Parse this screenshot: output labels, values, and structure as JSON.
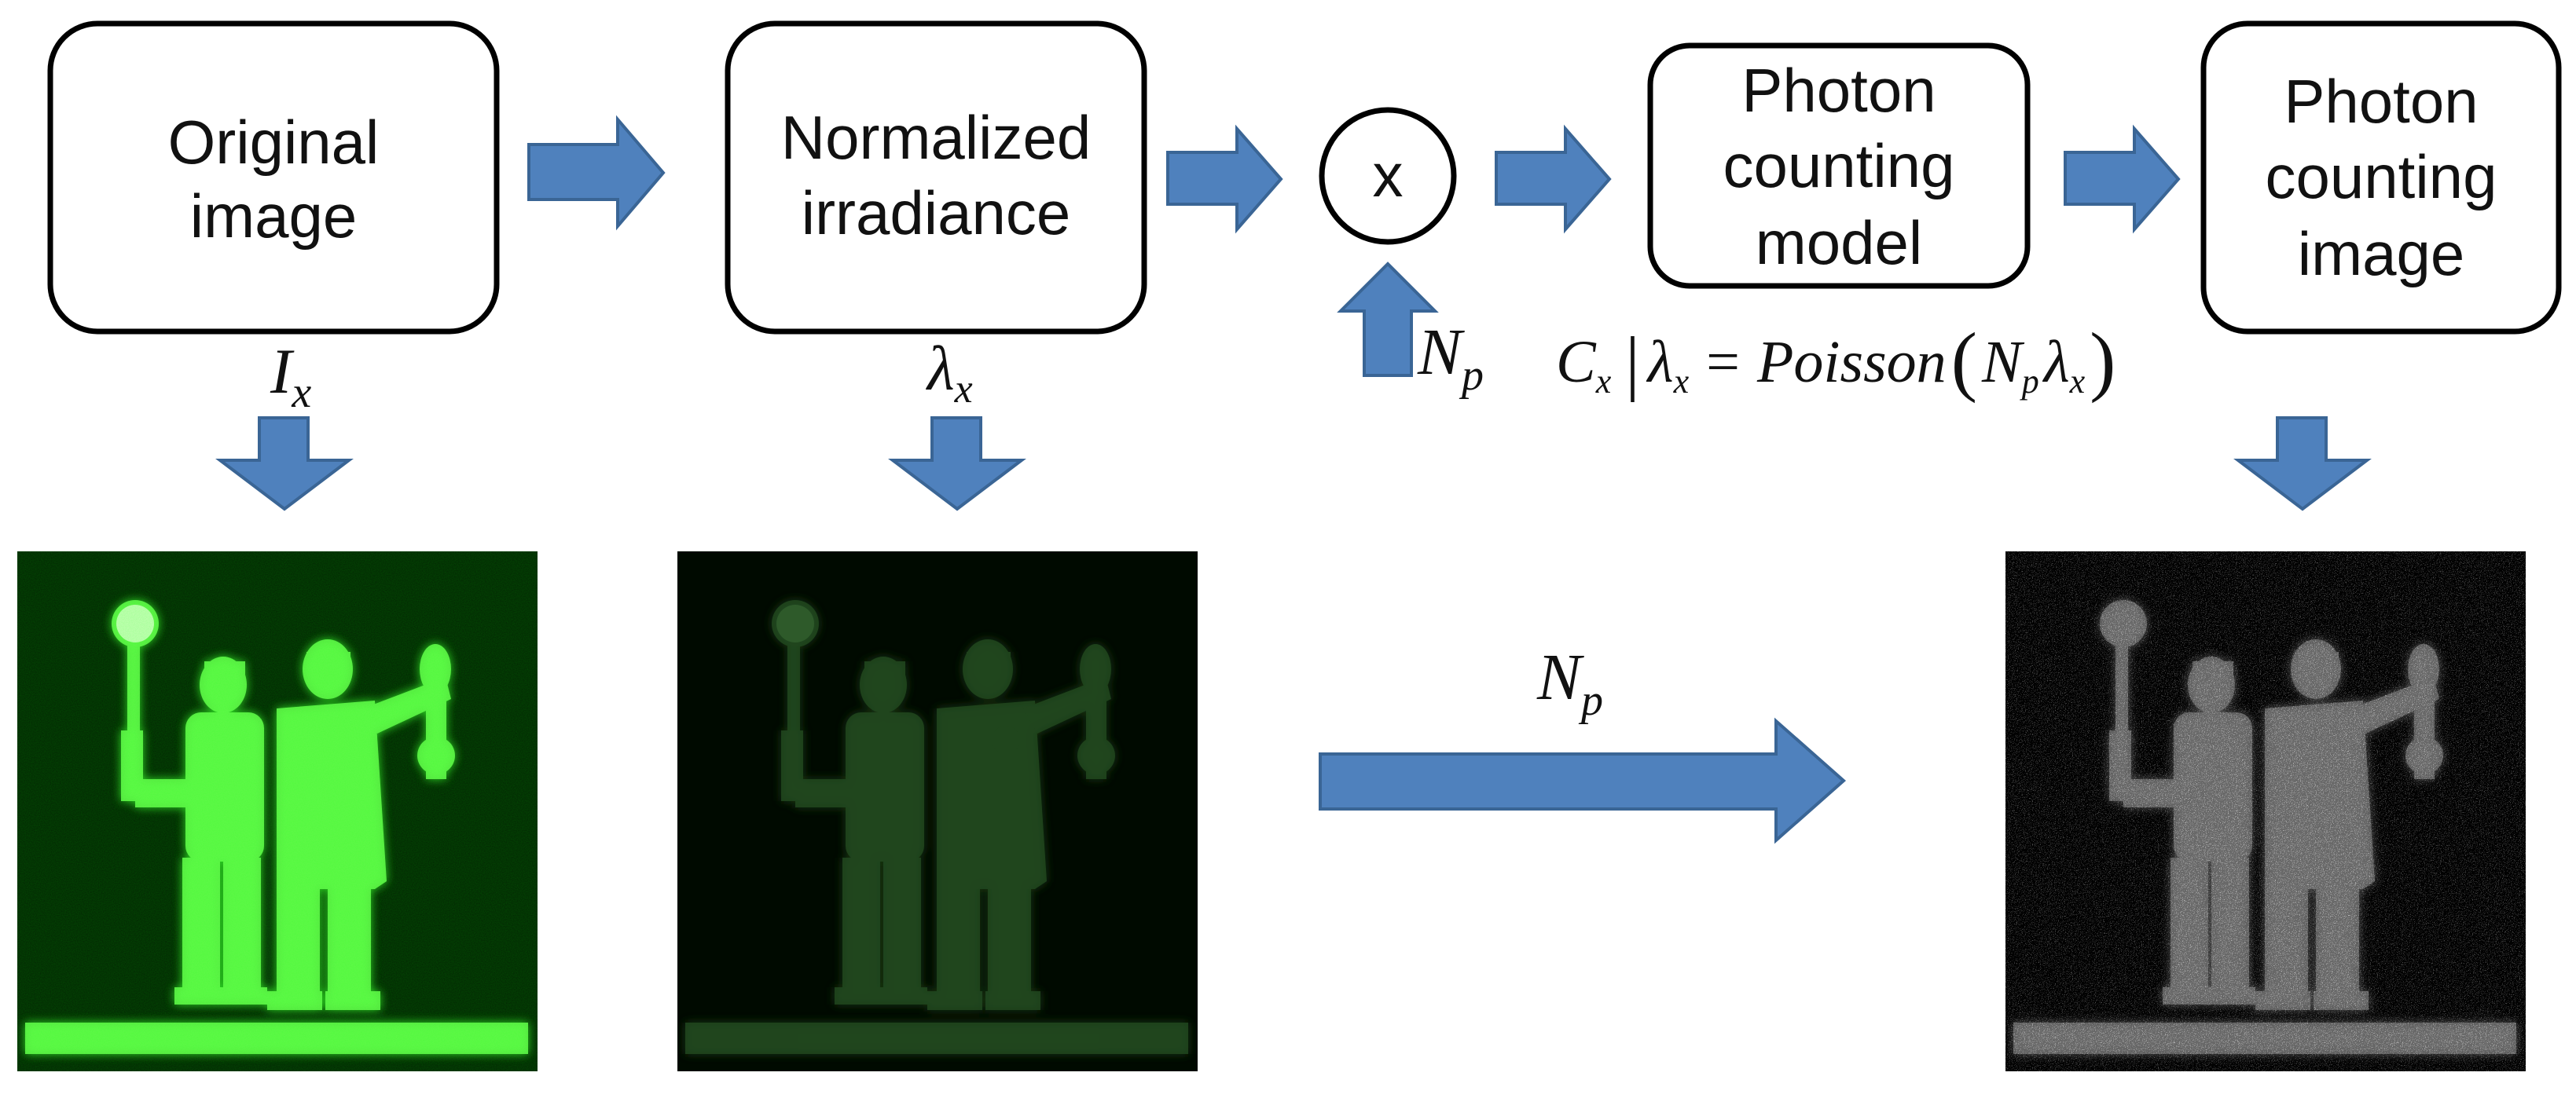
{
  "colors": {
    "arrow_fill": "#4f81bd",
    "arrow_stroke": "#3a6595",
    "box_stroke": "#000000",
    "green_glow": "#3cff2e",
    "gray_glow": "#e6e6e6"
  },
  "boxes": {
    "original": [
      "Original",
      "image"
    ],
    "normalized": [
      "Normalized",
      "irradiance"
    ],
    "model": [
      "Photon",
      "counting",
      "model"
    ],
    "output": [
      "Photon",
      "counting",
      "image"
    ]
  },
  "multiply_symbol": "x",
  "labels": {
    "ix_main": "I",
    "ix_sub": "x",
    "lambda_main": "λ",
    "lambda_sub": "x",
    "np_main": "N",
    "np_sub": "p"
  },
  "equation": {
    "c": "C",
    "c_sub": "x",
    "bar": "|",
    "lambda": "λ",
    "lambda_sub": "x",
    "equals": "=",
    "poisson": "Poisson",
    "open_paren": "(",
    "n": "N",
    "n_sub": "p",
    "lambda2": "λ",
    "lambda2_sub": "x",
    "close_paren": ")"
  },
  "images": {
    "original": "green-scene-bright",
    "normalized": "green-scene-dim",
    "photon": "photon-counted-scene"
  }
}
